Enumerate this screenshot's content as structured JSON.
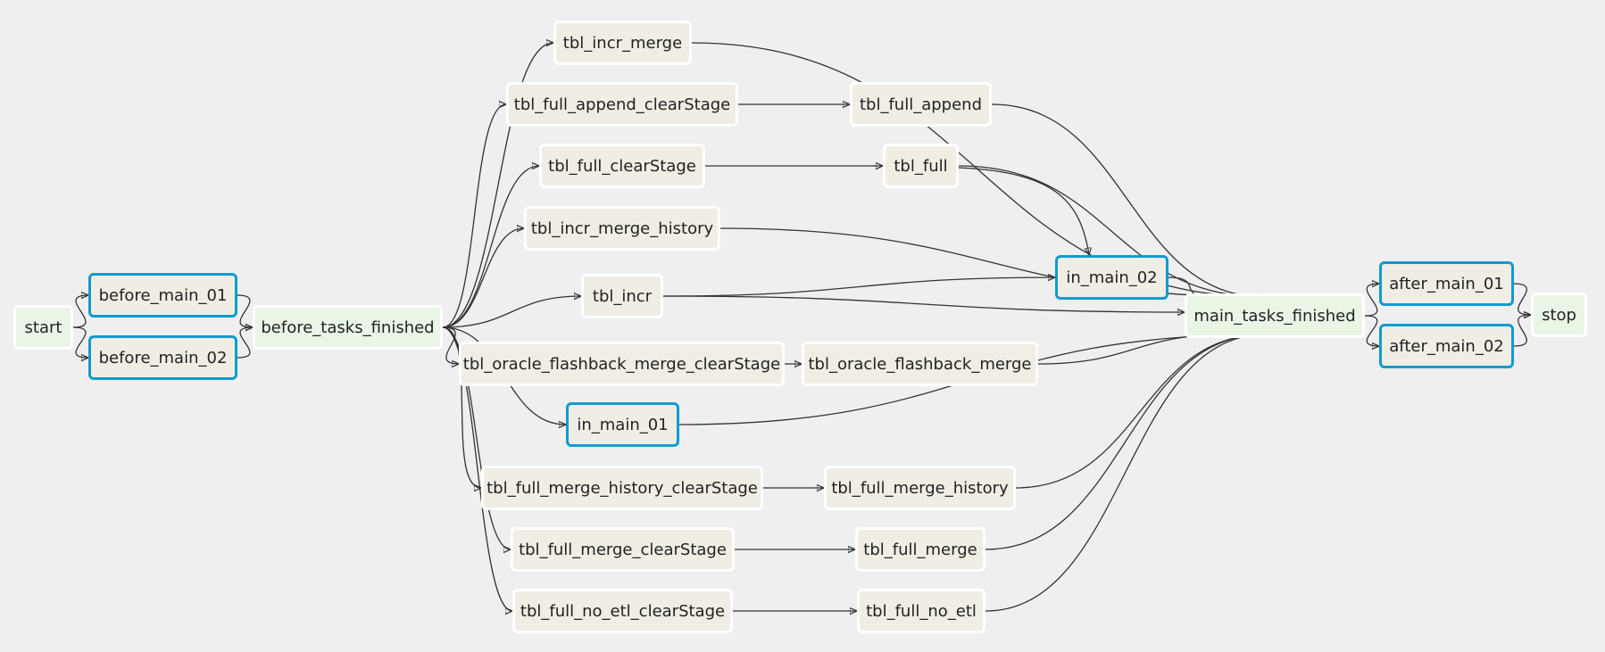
{
  "colors": {
    "background": "#efefef",
    "task_fill": "#f0ede4",
    "dummy_fill": "#e9f6e6",
    "selected_border": "#119ad0",
    "edge": "#333333"
  },
  "nodes": [
    {
      "id": "start",
      "label": "start",
      "kind": "green"
    },
    {
      "id": "before_main_01",
      "label": "before_main_01",
      "kind": "blue"
    },
    {
      "id": "before_main_02",
      "label": "before_main_02",
      "kind": "blue"
    },
    {
      "id": "before_tasks_finished",
      "label": "before_tasks_finished",
      "kind": "green"
    },
    {
      "id": "tbl_incr_merge",
      "label": "tbl_incr_merge",
      "kind": "task"
    },
    {
      "id": "tbl_full_append_clearStage",
      "label": "tbl_full_append_clearStage",
      "kind": "task"
    },
    {
      "id": "tbl_full_append",
      "label": "tbl_full_append",
      "kind": "task"
    },
    {
      "id": "tbl_full_clearStage",
      "label": "tbl_full_clearStage",
      "kind": "task"
    },
    {
      "id": "tbl_full",
      "label": "tbl_full",
      "kind": "task"
    },
    {
      "id": "tbl_incr_merge_history",
      "label": "tbl_incr_merge_history",
      "kind": "task"
    },
    {
      "id": "in_main_02",
      "label": "in_main_02",
      "kind": "blue"
    },
    {
      "id": "tbl_incr",
      "label": "tbl_incr",
      "kind": "task"
    },
    {
      "id": "main_tasks_finished",
      "label": "main_tasks_finished",
      "kind": "green"
    },
    {
      "id": "tbl_oracle_flashback_merge_clearStage",
      "label": "tbl_oracle_flashback_merge_clearStage",
      "kind": "task"
    },
    {
      "id": "tbl_oracle_flashback_merge",
      "label": "tbl_oracle_flashback_merge",
      "kind": "task"
    },
    {
      "id": "in_main_01",
      "label": "in_main_01",
      "kind": "blue"
    },
    {
      "id": "tbl_full_merge_history_clearStage",
      "label": "tbl_full_merge_history_clearStage",
      "kind": "task"
    },
    {
      "id": "tbl_full_merge_history",
      "label": "tbl_full_merge_history",
      "kind": "task"
    },
    {
      "id": "tbl_full_merge_clearStage",
      "label": "tbl_full_merge_clearStage",
      "kind": "task"
    },
    {
      "id": "tbl_full_merge",
      "label": "tbl_full_merge",
      "kind": "task"
    },
    {
      "id": "tbl_full_no_etl_clearStage",
      "label": "tbl_full_no_etl_clearStage",
      "kind": "task"
    },
    {
      "id": "tbl_full_no_etl",
      "label": "tbl_full_no_etl",
      "kind": "task"
    },
    {
      "id": "after_main_01",
      "label": "after_main_01",
      "kind": "blue"
    },
    {
      "id": "after_main_02",
      "label": "after_main_02",
      "kind": "blue"
    },
    {
      "id": "stop",
      "label": "stop",
      "kind": "green"
    }
  ],
  "edges": [
    [
      "start",
      "before_main_01"
    ],
    [
      "start",
      "before_main_02"
    ],
    [
      "before_main_01",
      "before_tasks_finished"
    ],
    [
      "before_main_02",
      "before_tasks_finished"
    ],
    [
      "before_tasks_finished",
      "tbl_incr_merge"
    ],
    [
      "before_tasks_finished",
      "tbl_full_append_clearStage"
    ],
    [
      "before_tasks_finished",
      "tbl_full_clearStage"
    ],
    [
      "before_tasks_finished",
      "tbl_incr_merge_history"
    ],
    [
      "before_tasks_finished",
      "tbl_incr"
    ],
    [
      "before_tasks_finished",
      "tbl_oracle_flashback_merge_clearStage"
    ],
    [
      "before_tasks_finished",
      "in_main_01"
    ],
    [
      "before_tasks_finished",
      "tbl_full_merge_history_clearStage"
    ],
    [
      "before_tasks_finished",
      "tbl_full_merge_clearStage"
    ],
    [
      "before_tasks_finished",
      "tbl_full_no_etl_clearStage"
    ],
    [
      "tbl_full_append_clearStage",
      "tbl_full_append"
    ],
    [
      "tbl_full_clearStage",
      "tbl_full"
    ],
    [
      "tbl_oracle_flashback_merge_clearStage",
      "tbl_oracle_flashback_merge"
    ],
    [
      "tbl_full_merge_history_clearStage",
      "tbl_full_merge_history"
    ],
    [
      "tbl_full_merge_clearStage",
      "tbl_full_merge"
    ],
    [
      "tbl_full_no_etl_clearStage",
      "tbl_full_no_etl"
    ],
    [
      "tbl_full",
      "in_main_02"
    ],
    [
      "tbl_incr",
      "in_main_02"
    ],
    [
      "tbl_incr_merge",
      "main_tasks_finished"
    ],
    [
      "tbl_full_append",
      "main_tasks_finished"
    ],
    [
      "tbl_full",
      "main_tasks_finished"
    ],
    [
      "tbl_incr_merge_history",
      "main_tasks_finished"
    ],
    [
      "in_main_02",
      "main_tasks_finished"
    ],
    [
      "tbl_incr",
      "main_tasks_finished"
    ],
    [
      "tbl_oracle_flashback_merge",
      "main_tasks_finished"
    ],
    [
      "in_main_01",
      "main_tasks_finished"
    ],
    [
      "tbl_full_merge_history",
      "main_tasks_finished"
    ],
    [
      "tbl_full_merge",
      "main_tasks_finished"
    ],
    [
      "tbl_full_no_etl",
      "main_tasks_finished"
    ],
    [
      "main_tasks_finished",
      "after_main_01"
    ],
    [
      "main_tasks_finished",
      "after_main_02"
    ],
    [
      "after_main_01",
      "stop"
    ],
    [
      "after_main_02",
      "stop"
    ]
  ]
}
